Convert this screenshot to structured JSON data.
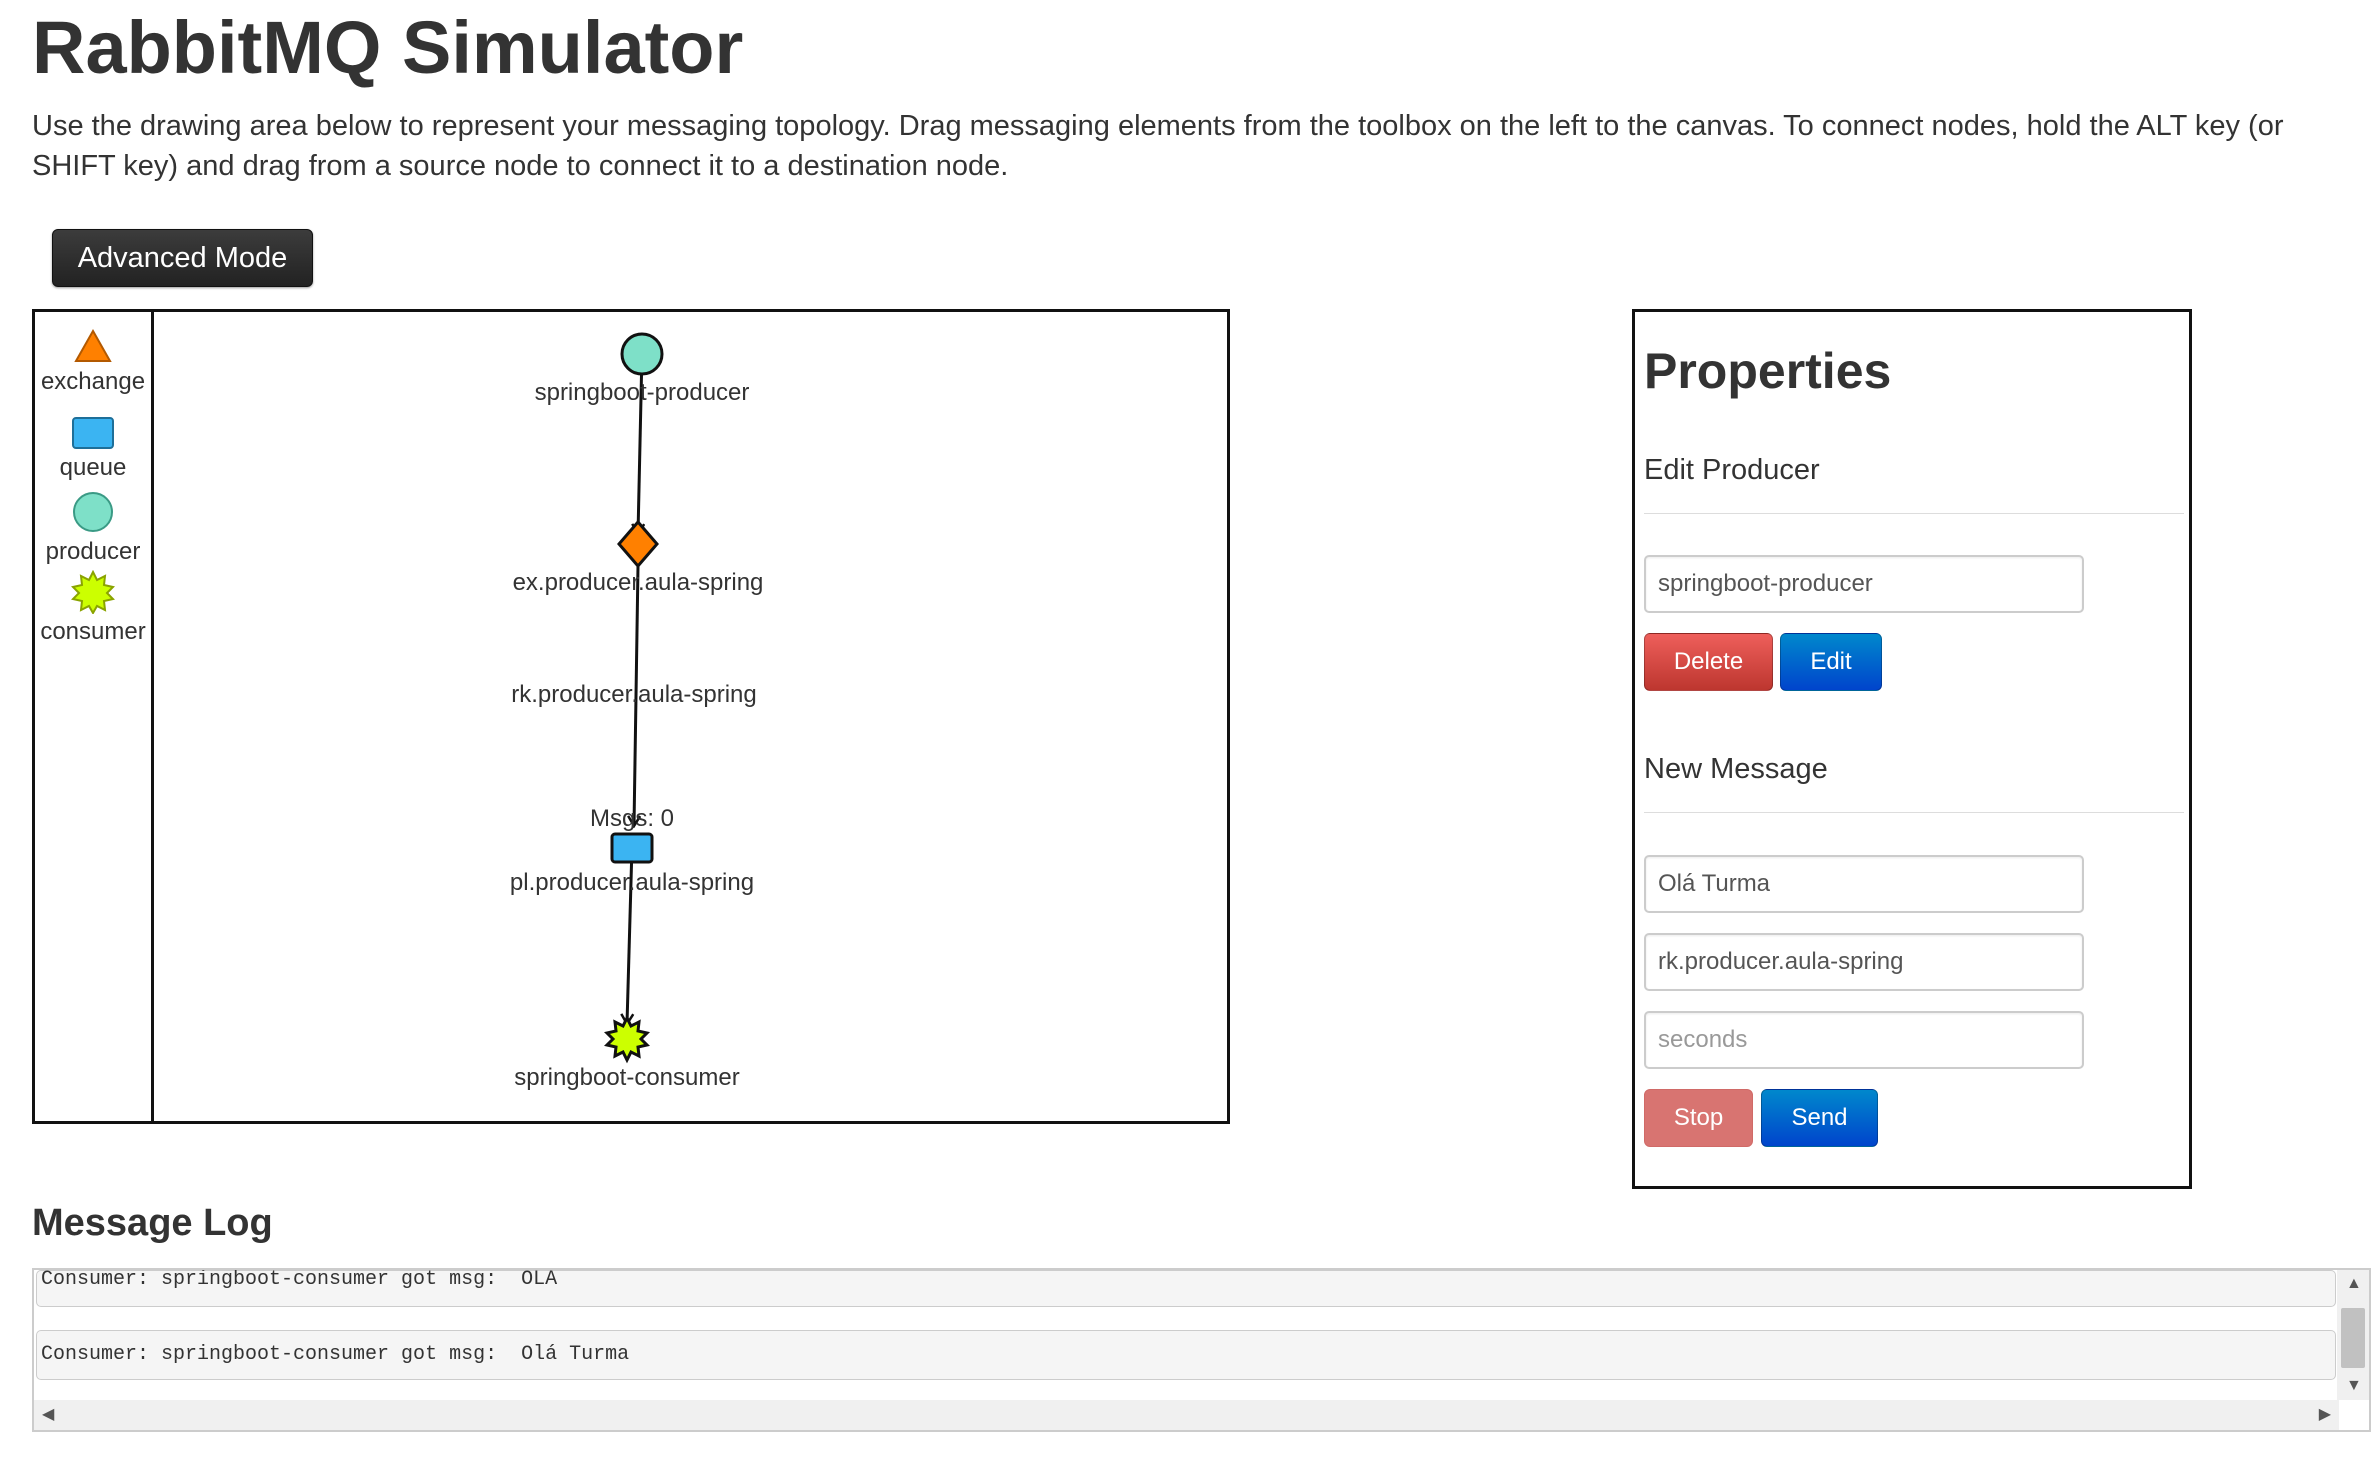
{
  "page": {
    "title": "RabbitMQ Simulator",
    "intro": "Use the drawing area below to represent your messaging topology. Drag messaging elements from the toolbox on the left to the canvas. To connect nodes, hold the ALT key (or SHIFT key) and drag from a source node to connect it to a destination node.",
    "advanced_mode_label": "Advanced Mode"
  },
  "toolbox": {
    "items": [
      {
        "label": "exchange",
        "icon": "triangle-icon",
        "color": "#ff8000"
      },
      {
        "label": "queue",
        "icon": "square-icon",
        "color": "#3bb4f2"
      },
      {
        "label": "producer",
        "icon": "circle-icon",
        "color": "#7ee0c8"
      },
      {
        "label": "consumer",
        "icon": "star-icon",
        "color": "#ccff00"
      }
    ]
  },
  "topology": {
    "producer": "springboot-producer",
    "exchange": "ex.producer.aula-spring",
    "routing_key": "rk.producer.aula-spring",
    "queue_msgs": "Msgs: 0",
    "queue": "pl.producer.aula-spring",
    "consumer": "springboot-consumer"
  },
  "properties": {
    "title": "Properties",
    "edit_section": "Edit Producer",
    "producer_name_value": "springboot-producer",
    "delete_label": "Delete",
    "edit_label": "Edit",
    "message_section": "New Message",
    "message_value": "Olá Turma",
    "routing_key_value": "rk.producer.aula-spring",
    "seconds_placeholder": "seconds",
    "stop_label": "Stop",
    "send_label": "Send"
  },
  "log": {
    "title": "Message Log",
    "entries": [
      "Consumer: springboot-consumer got msg:  OLA",
      "Consumer: springboot-consumer got msg:  Olá Turma"
    ]
  },
  "colors": {
    "primary": "#0055cc",
    "danger": "#da4f49",
    "dark_button": "#2a2a2a"
  }
}
